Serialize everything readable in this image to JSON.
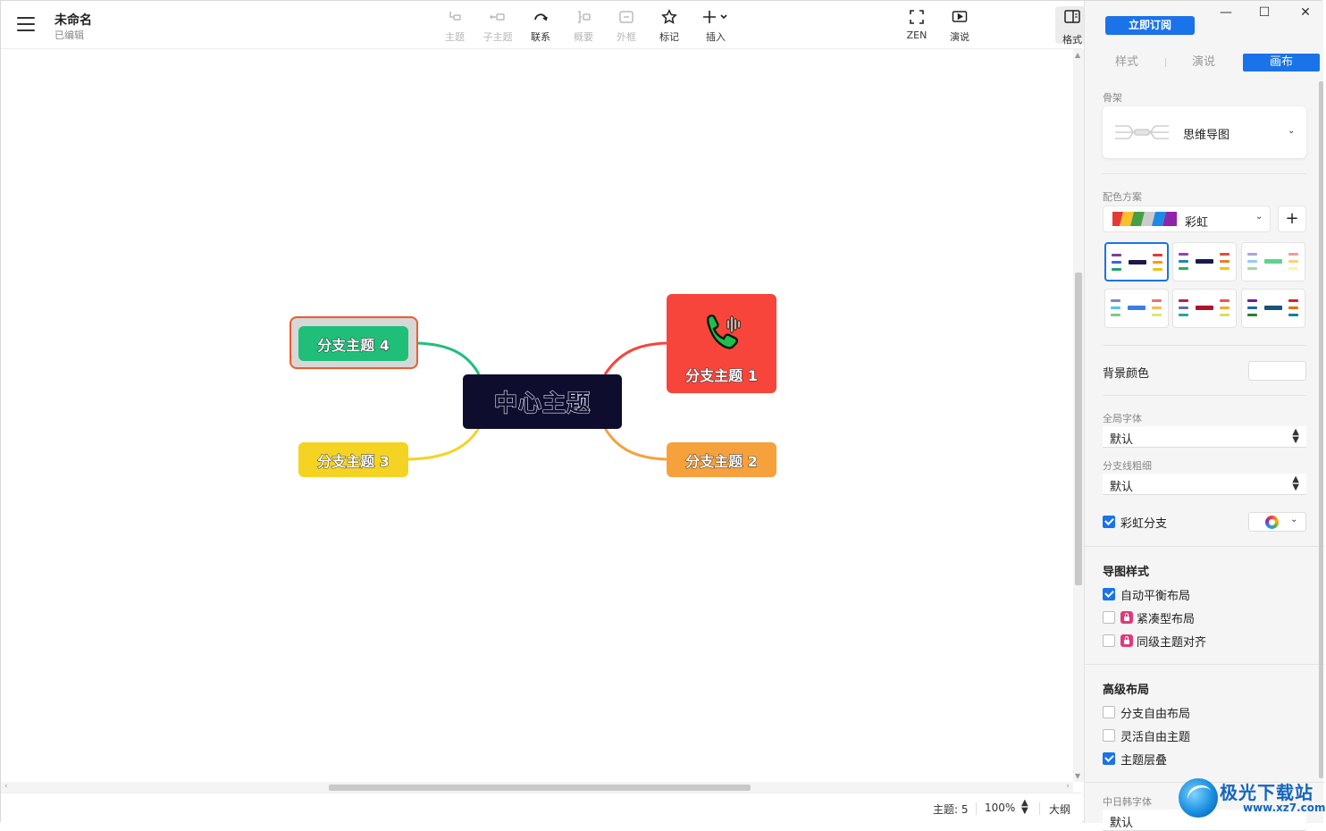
{
  "header": {
    "doc_title": "未命名",
    "doc_status": "已编辑",
    "tools": [
      {
        "label": "主题",
        "icon": "topic-icon",
        "disabled": true
      },
      {
        "label": "子主题",
        "icon": "subtopic-icon",
        "disabled": true
      },
      {
        "label": "联系",
        "icon": "relationship-icon",
        "disabled": false
      },
      {
        "label": "概要",
        "icon": "summary-icon",
        "disabled": true
      },
      {
        "label": "外框",
        "icon": "boundary-icon",
        "disabled": true
      },
      {
        "label": "标记",
        "icon": "star-icon",
        "disabled": false
      },
      {
        "label": "插入",
        "icon": "plus-icon",
        "disabled": false
      }
    ],
    "zen_label": "ZEN",
    "present_label": "演说",
    "format_label": "格式"
  },
  "mindmap": {
    "center": "中心主题",
    "branches": [
      "分支主题 1",
      "分支主题 2",
      "分支主题 3",
      "分支主题 4"
    ],
    "colors": {
      "center": "#0e0d2e",
      "b1": "#f7453b",
      "b2": "#f6a13c",
      "b3": "#f5d322",
      "b4": "#1fbf7a",
      "selection": "#ef5a2e"
    }
  },
  "status": {
    "topic_count": "主题: 5",
    "zoom": "100%",
    "outline": "大纲"
  },
  "panel": {
    "subscribe": "立即订阅",
    "tabs": [
      "样式",
      "演说",
      "画布"
    ],
    "active_tab": "画布",
    "skeleton_label": "骨架",
    "skeleton_value": "思维导图",
    "scheme_label": "配色方案",
    "scheme_value": "彩虹",
    "bg_color_label": "背景颜色",
    "global_font_label": "全局字体",
    "global_font_value": "默认",
    "line_width_label": "分支线粗细",
    "line_width_value": "默认",
    "rainbow_branch_label": "彩虹分支",
    "rainbow_branch_checked": true,
    "map_style_title": "导图样式",
    "map_style_options": [
      {
        "label": "自动平衡布局",
        "checked": true,
        "locked": false
      },
      {
        "label": "紧凑型布局",
        "checked": false,
        "locked": true
      },
      {
        "label": "同级主题对齐",
        "checked": false,
        "locked": true
      }
    ],
    "advanced_title": "高级布局",
    "advanced_options": [
      {
        "label": "分支自由布局",
        "checked": false
      },
      {
        "label": "灵活自由主题",
        "checked": false
      },
      {
        "label": "主题层叠",
        "checked": true
      }
    ],
    "cjk_font_label": "中日韩字体",
    "cjk_font_value": "默认",
    "accent_color": "#1a73e8"
  },
  "watermark": {
    "name": "极光下载站",
    "url": "www.xz7.com"
  }
}
